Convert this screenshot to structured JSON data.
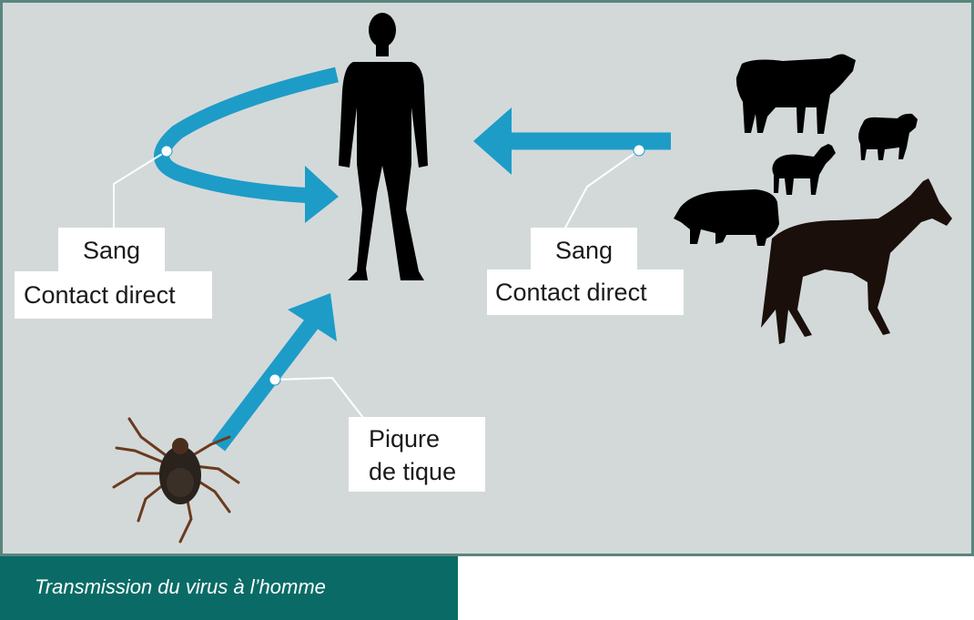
{
  "colors": {
    "accent_arrow": "#1d9cc8",
    "frame_border": "#5a857f",
    "background": "#d3d9d9",
    "caption_bg": "#0a6b66",
    "silhouette": "#000000",
    "horse": "#1a0f0a"
  },
  "icons": [
    "human-silhouette",
    "cow-silhouette",
    "sheep-silhouette",
    "goat-silhouette",
    "pig-silhouette",
    "horse-silhouette",
    "tick"
  ],
  "labels": {
    "left": {
      "line1": "Sang",
      "line2": "Contact direct"
    },
    "right": {
      "line1": "Sang",
      "line2": "Contact direct"
    },
    "tick": {
      "line1": "Piqure",
      "line2": "de tique"
    }
  },
  "caption": "Transmission du virus à l’homme"
}
